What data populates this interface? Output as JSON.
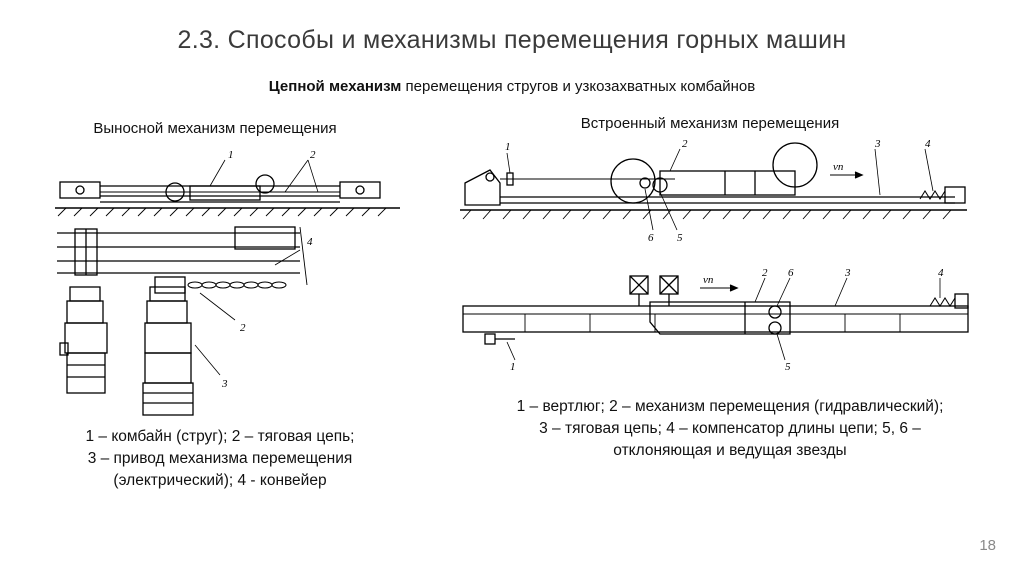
{
  "title": "2.3. Способы и механизмы перемещения горных машин",
  "subtitle": {
    "bold": "Цепной механизм",
    "rest": " перемещения стругов и узкозахватных комбайнов"
  },
  "left_caption": "Выносной механизм перемещения",
  "right_caption": "Встроенный механизм перемещения",
  "left_legend": [
    "1 – комбайн (струг); 2 – тяговая цепь;",
    "3 – привод механизма перемещения",
    "(электрический); 4 - конвейер"
  ],
  "right_legend": [
    "1 – вертлюг; 2 – механизм перемещения (гидравлический);",
    "3 – тяговая цепь; 4 – компенсатор длины цепи; 5, 6 –",
    "отклоняющая и ведущая звезды"
  ],
  "figure_labels": {
    "left_top": [
      "1",
      "2"
    ],
    "left_bottom": [
      "4",
      "2",
      "3"
    ],
    "right_top": [
      "1",
      "2",
      "3",
      "4",
      "6",
      "5",
      "vп"
    ],
    "right_bottom": [
      "2",
      "6",
      "3",
      "4",
      "1",
      "5",
      "vп"
    ]
  },
  "page_number": "18"
}
